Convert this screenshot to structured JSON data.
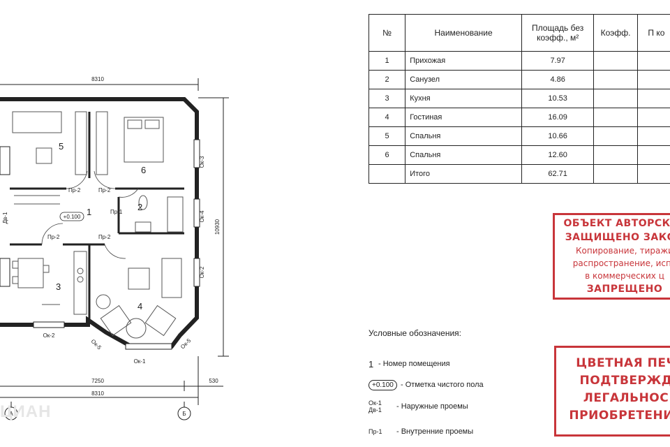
{
  "plan": {
    "dims": {
      "top": "8310",
      "bottom_a": "7250",
      "bottom_b": "530",
      "bottom_c": "8310",
      "right": "10930"
    },
    "rooms": [
      "1",
      "2",
      "3",
      "4",
      "5",
      "6"
    ],
    "openings": {
      "ok1": "Ок-1",
      "ok2": "Ок-2",
      "ok3": "Ок-3",
      "ok4": "Ок-4",
      "ok5": "Ок-5",
      "ok5b": "Ок-5",
      "ok2b": "Ок-2",
      "dv1": "Дв-1",
      "pr1": "Пр-1",
      "pr2": "Пр-2"
    },
    "level": "+0.100",
    "axes": {
      "a": "А",
      "b": "Б"
    }
  },
  "table": {
    "headers": {
      "num": "№",
      "name": "Наименование",
      "area": "Площадь без коэфф., м²",
      "coef": "Коэфф.",
      "area2": "П ко"
    },
    "rows": [
      {
        "num": "1",
        "name": "Прихожая",
        "area": "7.97"
      },
      {
        "num": "2",
        "name": "Санузел",
        "area": "4.86"
      },
      {
        "num": "3",
        "name": "Кухня",
        "area": "10.53"
      },
      {
        "num": "4",
        "name": "Гостиная",
        "area": "16.09"
      },
      {
        "num": "5",
        "name": "Спальня",
        "area": "10.66"
      },
      {
        "num": "6",
        "name": "Спальня",
        "area": "12.60"
      },
      {
        "num": "",
        "name": "Итого",
        "area": "62.71"
      }
    ]
  },
  "stamp1": {
    "line1": "ОБЪЕКТ АВТОРСКОГ",
    "line2": "ЗАЩИЩЕНО ЗАКОН",
    "line3": "Копирование, тиражи",
    "line4": "распространение, испо",
    "line5": "в коммерческих ц",
    "line6": "ЗАПРЕЩЕНО"
  },
  "stamp2": {
    "line1": "ЦВЕТНАЯ ПЕЧ",
    "line2": "ПОДТВЕРЖД",
    "line3": "ЛЕГАЛЬНОС",
    "line4": "ПРИОБРЕТЕНИЯ"
  },
  "legend": {
    "title": "Условные обозначения:",
    "items": [
      {
        "sym": "1",
        "desc": "- Номер помещения"
      },
      {
        "sym": "+0.100",
        "desc": "- Отметка чистого пола"
      },
      {
        "sym1": "Ок-1",
        "sym2": "Дв-1",
        "desc": "- Наружные проемы"
      },
      {
        "sym": "Пр-1",
        "desc": "- Внутренние проемы"
      }
    ]
  },
  "watermark": "ЦИАН",
  "colors": {
    "stamp": "#c8353a",
    "wall": "#222222"
  }
}
